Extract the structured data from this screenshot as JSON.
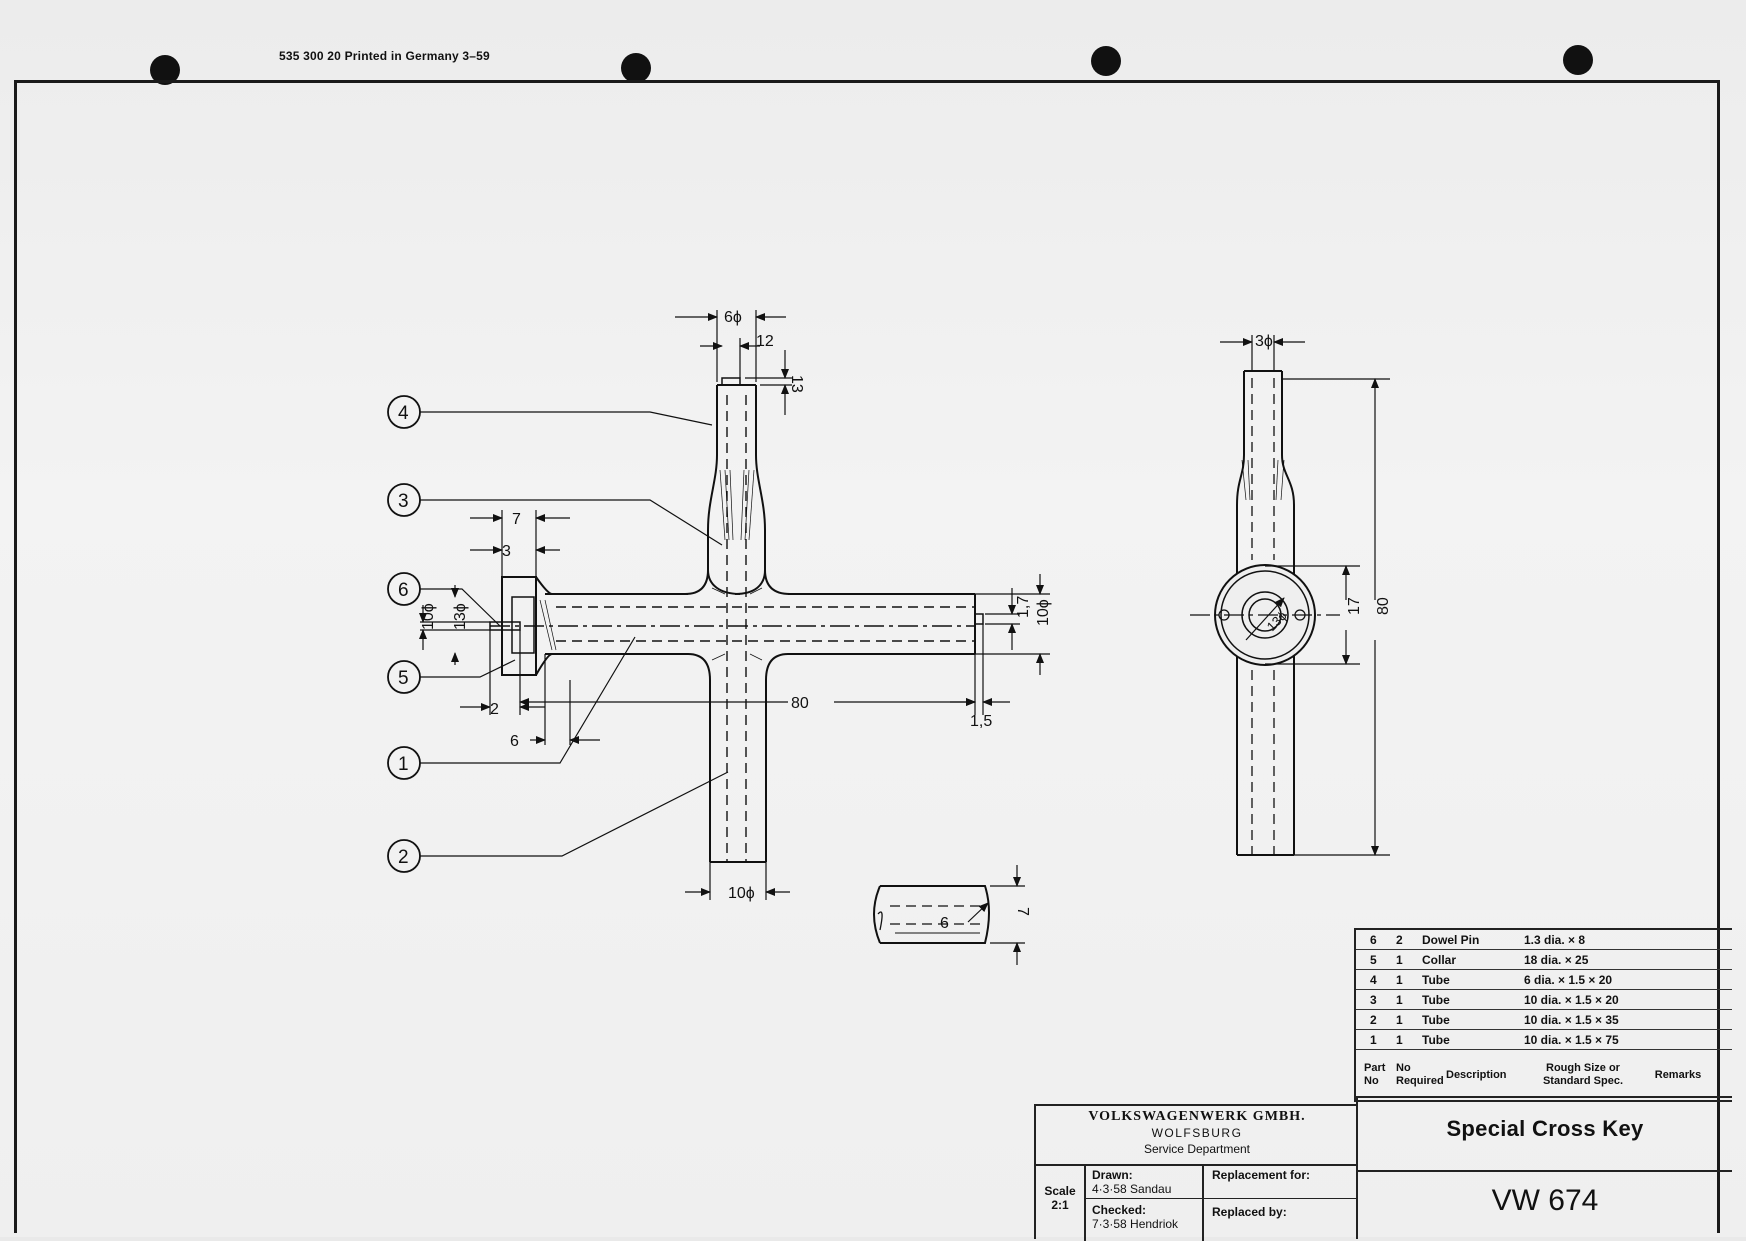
{
  "header": {
    "print_info": "535 300 20   Printed in Germany   3–59"
  },
  "balloons": [
    "1",
    "2",
    "3",
    "4",
    "5",
    "6"
  ],
  "dimensions": {
    "d6phi": "6ϕ",
    "d12": "12",
    "d13": "13",
    "d7": "7",
    "d3": "3",
    "d10phi_left": "10ϕ",
    "d13phi": "13ϕ",
    "d2": "2",
    "d6": "6",
    "d80": "80",
    "d1_5": "1,5",
    "d1_7": "1,7",
    "d10phi_right": "10ϕ",
    "d10phi_bottom": "10ϕ",
    "pin6": "6",
    "pin7": "7",
    "side3phi": "3ϕ",
    "side17": "17",
    "side80": "80",
    "side13phi": "13ϕ"
  },
  "parts_list": {
    "rows": [
      {
        "part_no": "6",
        "qty": "2",
        "description": "Dowel Pin",
        "size": "1.3 dia. × 8"
      },
      {
        "part_no": "5",
        "qty": "1",
        "description": "Collar",
        "size": "18 dia. × 25"
      },
      {
        "part_no": "4",
        "qty": "1",
        "description": "Tube",
        "size": "6 dia. × 1.5 × 20"
      },
      {
        "part_no": "3",
        "qty": "1",
        "description": "Tube",
        "size": "10 dia. × 1.5 × 20"
      },
      {
        "part_no": "2",
        "qty": "1",
        "description": "Tube",
        "size": "10 dia. × 1.5 × 35"
      },
      {
        "part_no": "1",
        "qty": "1",
        "description": "Tube",
        "size": "10 dia. × 1.5 × 75"
      }
    ],
    "headers": {
      "part_no": "Part No",
      "qty": "No Required",
      "description": "Description",
      "size": "Rough Size or Standard Spec.",
      "remarks": "Remarks"
    }
  },
  "title_block": {
    "company": "VOLKSWAGENWERK GMBH.",
    "city": "WOLFSBURG",
    "department": "Service Department",
    "scale_label": "Scale",
    "scale_value": "2:1",
    "drawn_label": "Drawn:",
    "drawn_value": "4·3·58 Sandau",
    "checked_label": "Checked:",
    "checked_value": "7·3·58 Hendriok",
    "replacement_for_label": "Replacement for:",
    "replaced_by_label": "Replaced by:"
  },
  "part_name": "Special Cross Key",
  "drawing_number": "VW 674",
  "colors": {
    "paper": "#efefef",
    "ink": "#111111"
  }
}
